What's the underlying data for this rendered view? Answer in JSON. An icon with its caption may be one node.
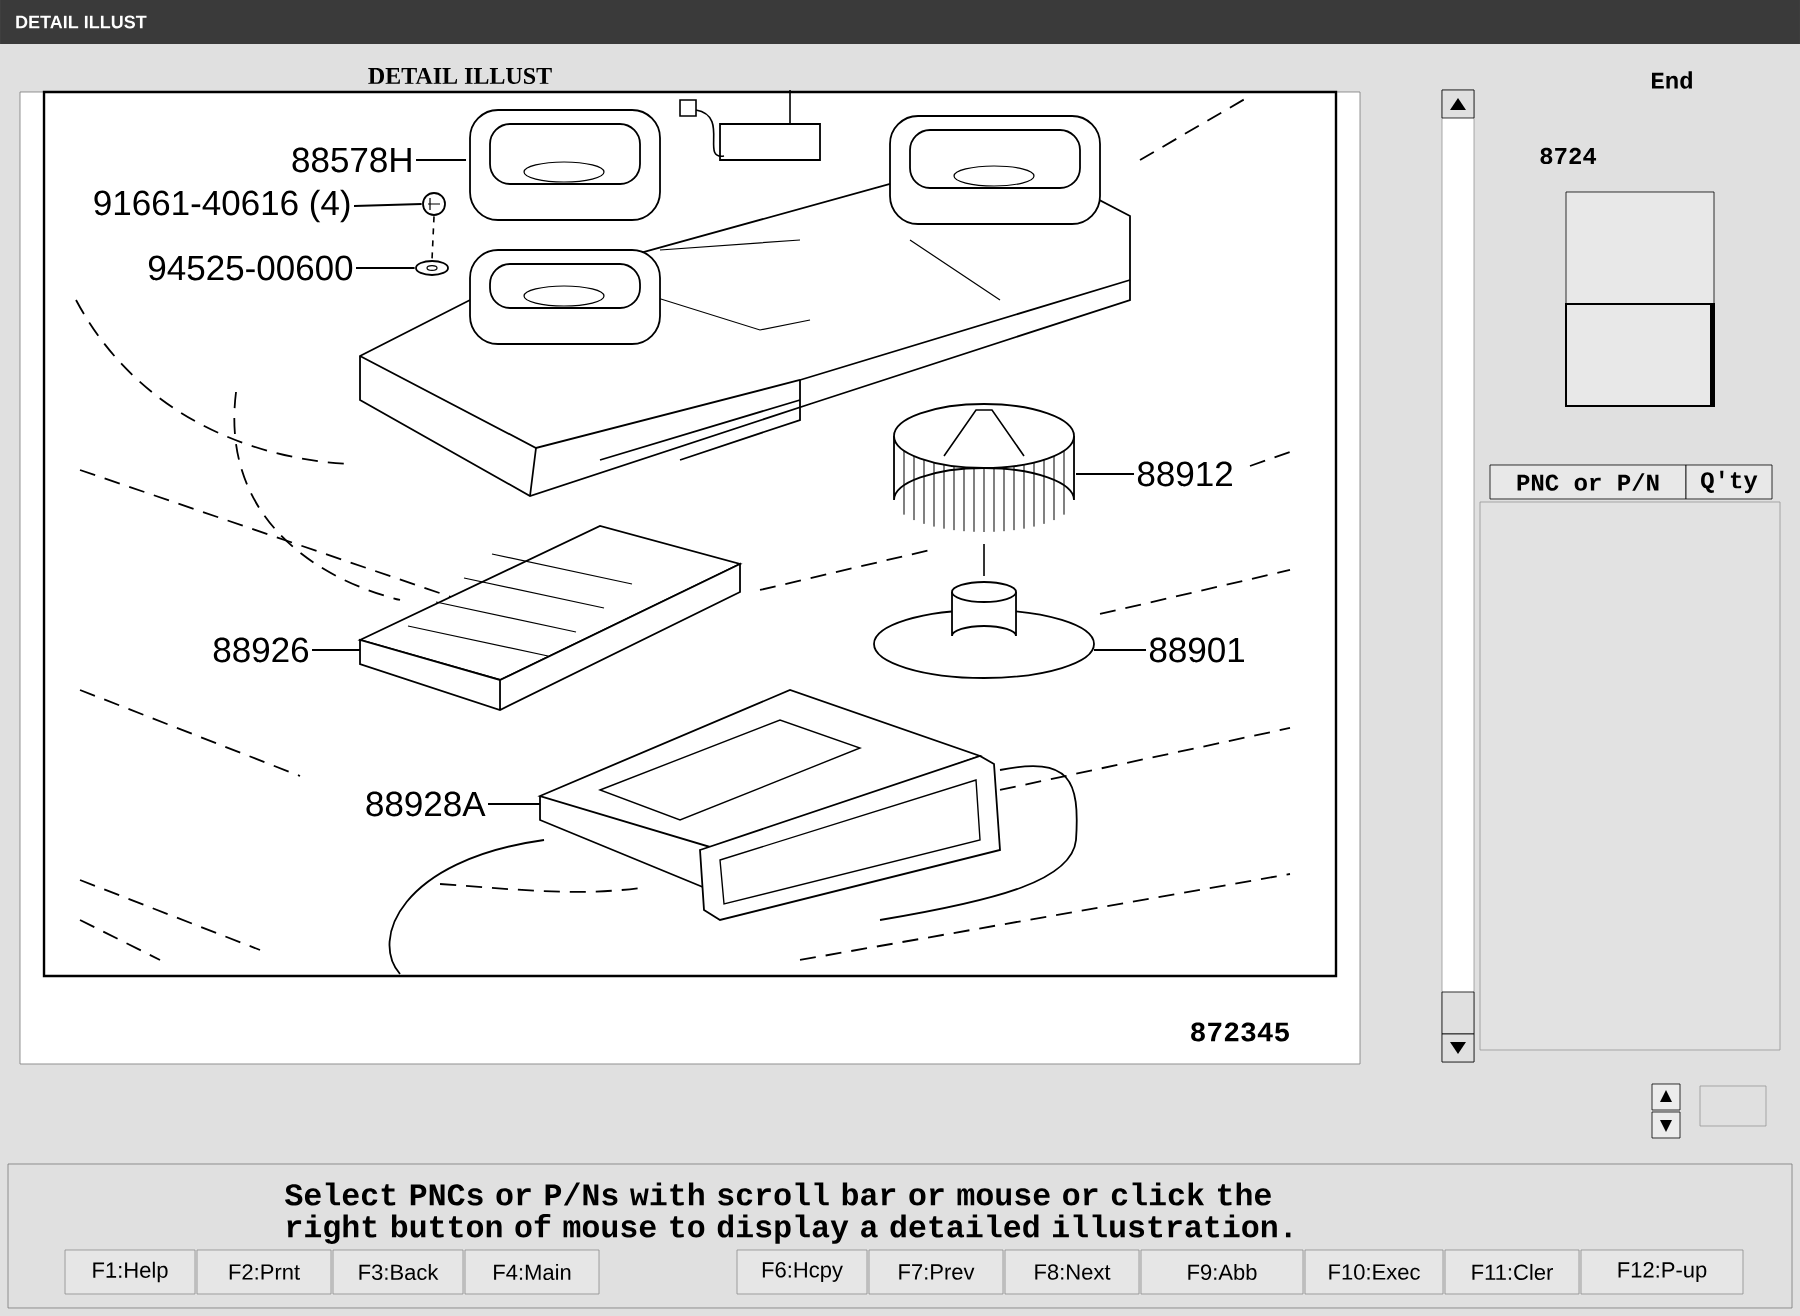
{
  "diagram": {
    "title": "DETAIL ILLUST",
    "nodes": [
      {
        "text": [
          "88578H"
        ]
      },
      {
        "text": [
          "91661-40616 (4)"
        ]
      },
      {
        "text": [
          "94525-00600"
        ]
      },
      {
        "text": [
          "88912"
        ]
      },
      {
        "text": [
          "88926"
        ]
      },
      {
        "text": [
          "88901"
        ]
      },
      {
        "text": [
          "88928A"
        ]
      },
      {
        "text": [],
        "shape": "picture"
      },
      {
        "text": [],
        "shape": "picture"
      }
    ],
    "edges": [
      {
        "from": 0,
        "to": null,
        "arrow": "none"
      },
      {
        "from": 1,
        "to": 7,
        "arrow": "none"
      },
      {
        "from": 2,
        "to": 8,
        "arrow": "none"
      },
      {
        "from": 3,
        "to": null,
        "arrow": "none"
      },
      {
        "from": 4,
        "to": null,
        "arrow": "none"
      },
      {
        "from": 5,
        "to": null,
        "arrow": "none"
      },
      {
        "from": 6,
        "to": null,
        "arrow": "none"
      },
      {
        "from": 7,
        "to": 8,
        "arrow": "none",
        "style": "dashed"
      }
    ],
    "labels": [
      "DETAIL ILLUST",
      "872345",
      "End",
      "8724",
      "PNC or P/N",
      "Q'ty",
      "Select PNCs or P/Ns with scroll bar or mouse or click the right button of mouse to display a detailed illustration.",
      "F1:Help",
      "F2:Prnt",
      "F3:Back",
      "F4:Main",
      "F6:Hcpy",
      "F7:Prev",
      "F8:Next",
      "F9:Abb",
      "F10:Exec",
      "F11:Cler",
      "F12:P-up"
    ]
  }
}
